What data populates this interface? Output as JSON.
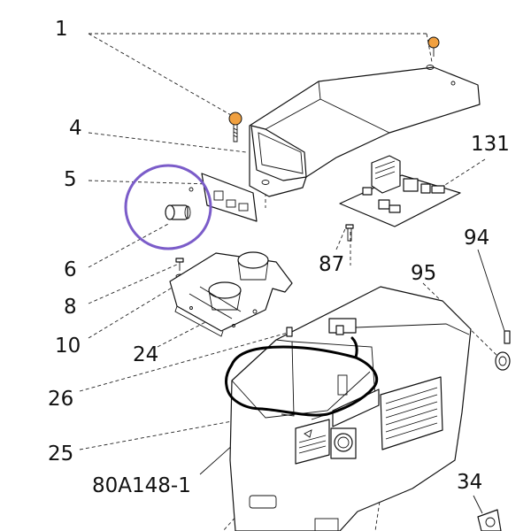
{
  "labels": {
    "l1": "1",
    "l4": "4",
    "l5": "5",
    "l6": "6",
    "l8": "8",
    "l10": "10",
    "l24": "24",
    "l26": "26",
    "l25": "25",
    "l80A148_1": "80A148-1",
    "l131": "131",
    "l87": "87",
    "l94": "94",
    "l95": "95",
    "l34": "34"
  },
  "colors": {
    "highlight_circle": "#7b5cc9",
    "screw_head": "#f0a040",
    "line": "#111111"
  }
}
